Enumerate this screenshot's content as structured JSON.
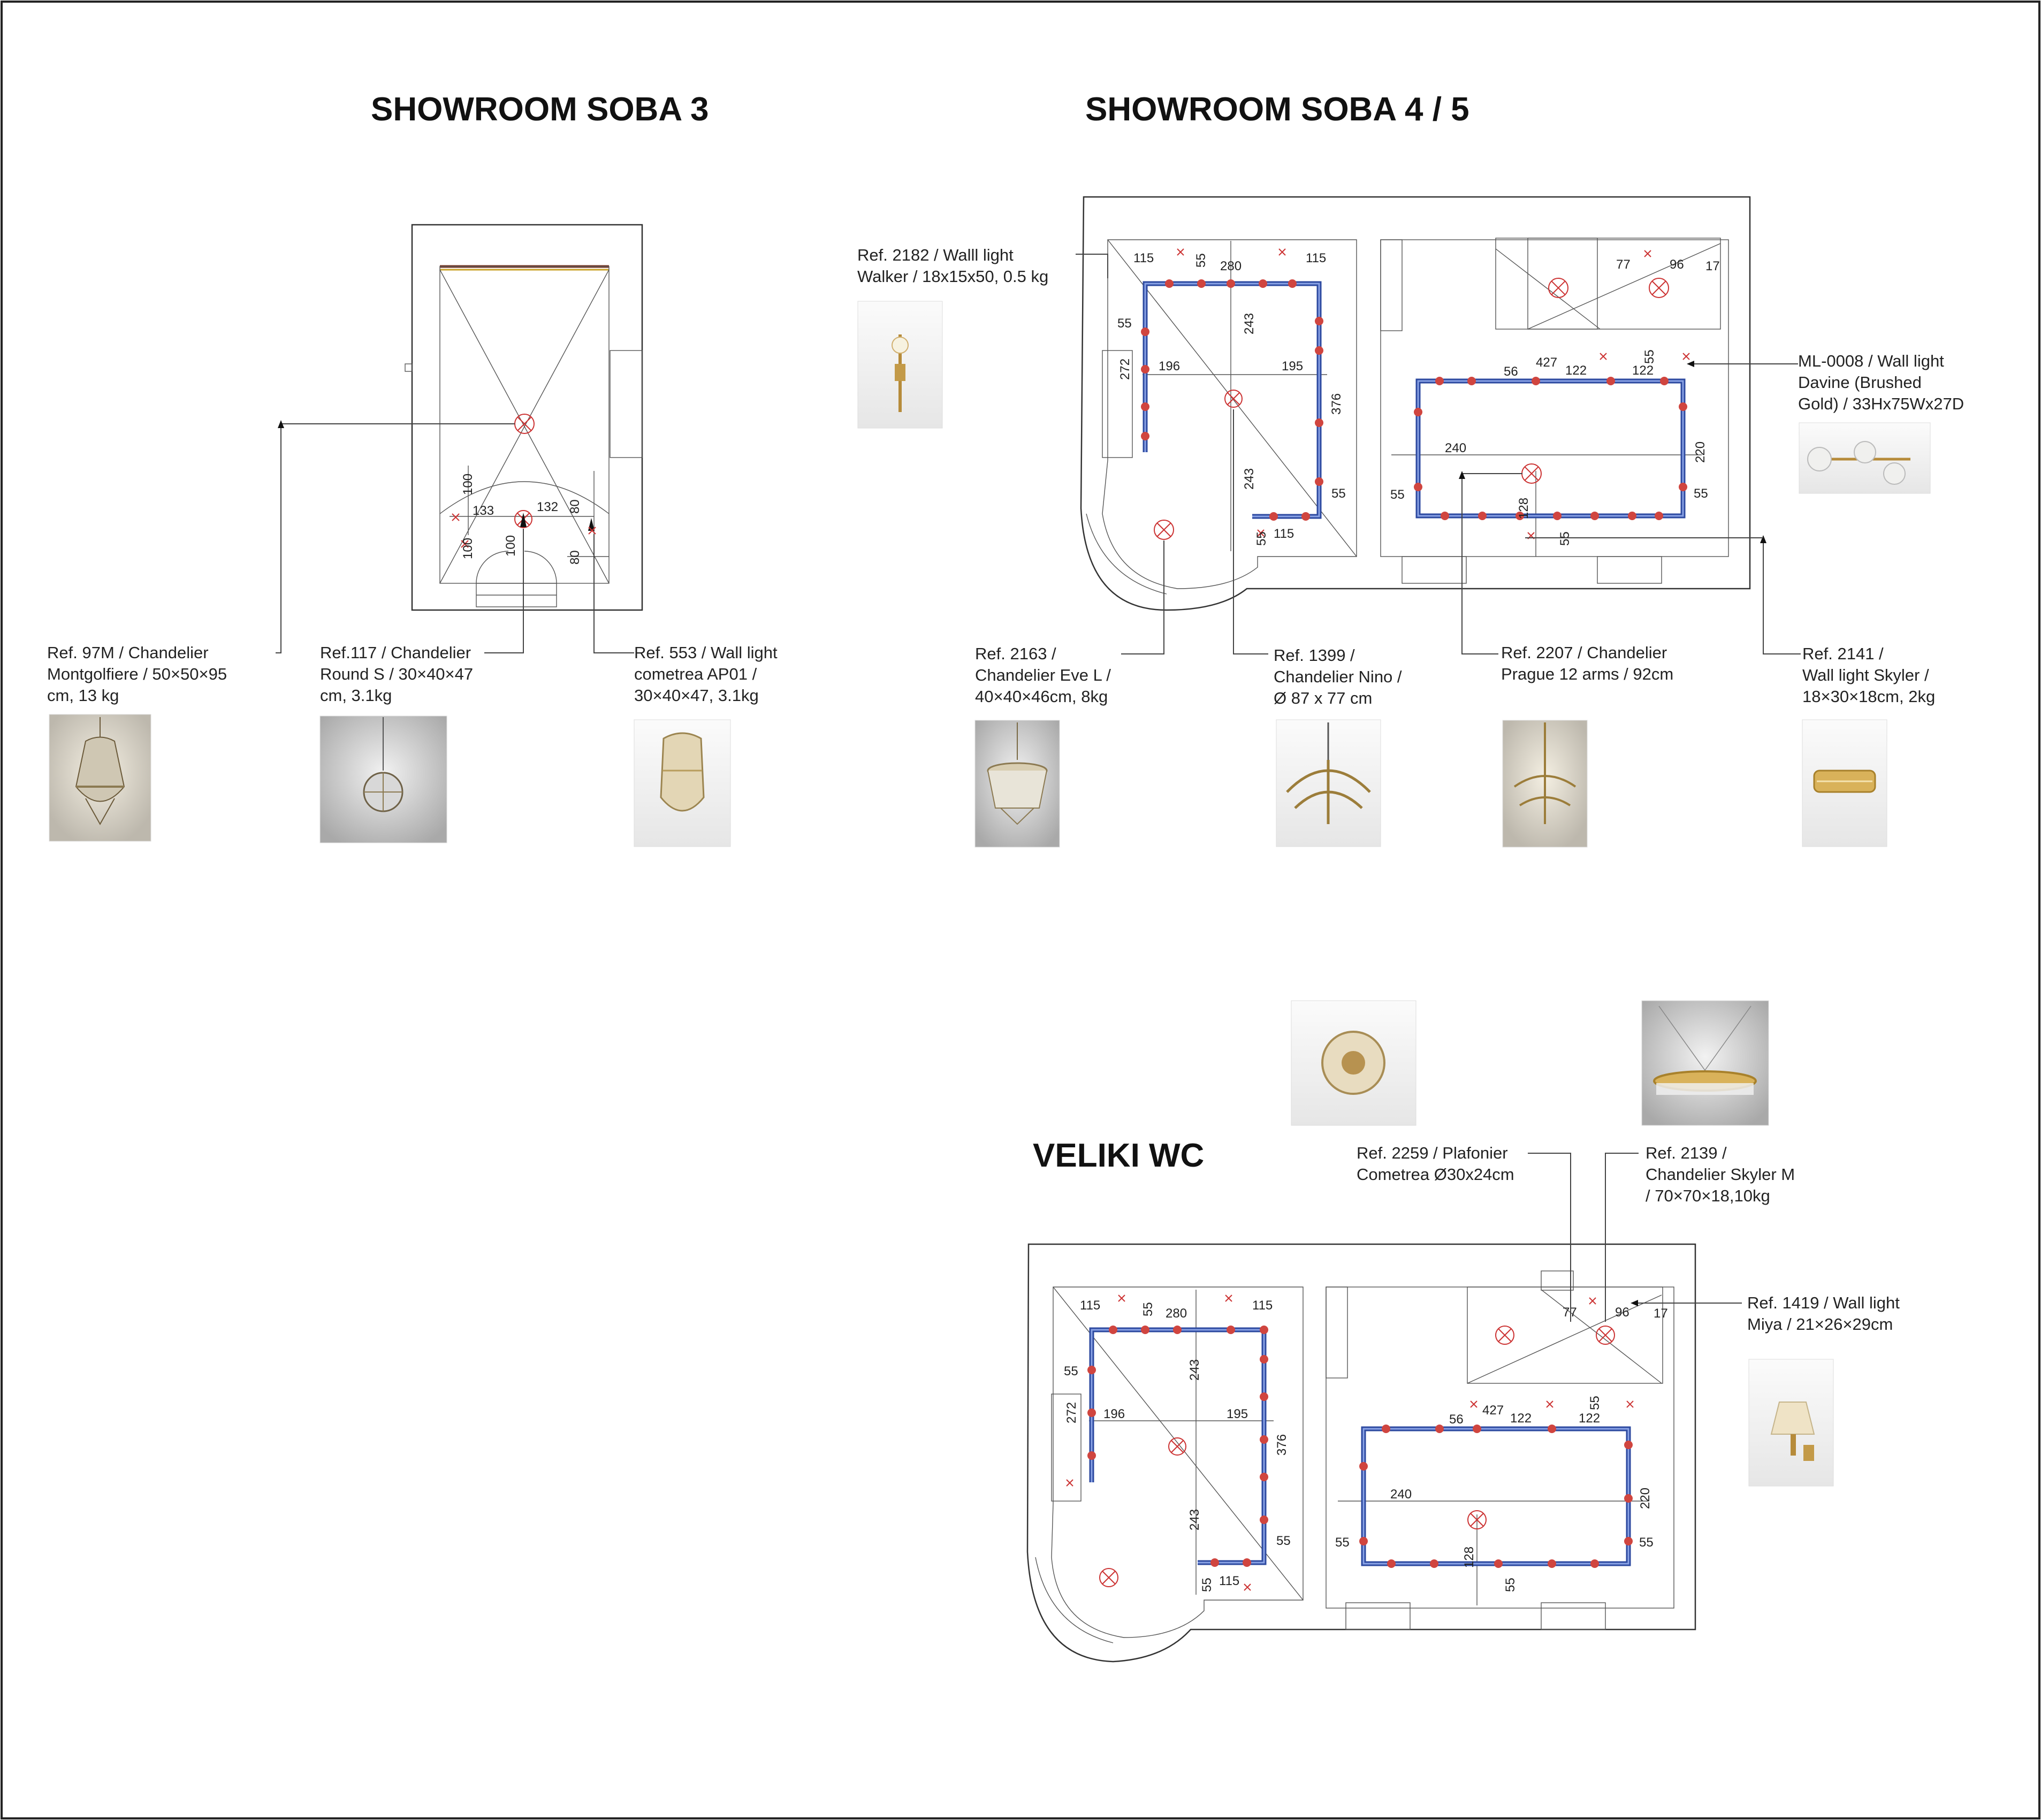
{
  "sheet": {
    "rooms": {
      "soba3": "SHOWROOM SOBA 3",
      "soba45": "SHOWROOM SOBA 4 / 5",
      "wc": "VELIKI WC"
    }
  },
  "fixtures": {
    "f97m": [
      "Ref. 97M / Chandelier",
      "Montgolfiere / 50×50×95",
      "cm, 13 kg"
    ],
    "f117": [
      "Ref.117 / Chandelier",
      "Round S / 30×40×47",
      "cm, 3.1kg"
    ],
    "f553": [
      "Ref. 553 / Wall light",
      "cometrea AP01 /",
      "30×40×47, 3.1kg"
    ],
    "f2182": [
      "Ref. 2182 / Walll light",
      "Walker / 18x15x50, 0.5 kg"
    ],
    "ml0008": [
      "ML-0008 / Wall light",
      "Davine (Brushed",
      "Gold) / 33Hx75Wx27D"
    ],
    "f2163": [
      "Ref. 2163 /",
      "Chandelier Eve L /",
      "40×40×46cm, 8kg"
    ],
    "f1399": [
      "Ref. 1399 /",
      "Chandelier Nino /",
      "Ø 87 x 77 cm"
    ],
    "f2207": [
      "Ref. 2207 / Chandelier",
      "Prague 12 arms / 92cm"
    ],
    "f2141": [
      "Ref. 2141 /",
      "Wall light Skyler /",
      "18×30×18cm, 2kg"
    ],
    "f2259": [
      "Ref. 2259 / Plafonier",
      "Cometrea Ø30x24cm"
    ],
    "f2139": [
      "Ref. 2139 /",
      "Chandelier Skyler M",
      "/ 70×70×18,10kg"
    ],
    "f1419": [
      "Ref. 1419 / Wall light",
      "Miya / 21×26×29cm"
    ]
  },
  "dims": {
    "s3": [
      "100",
      "133",
      "132",
      "80",
      "100",
      "100",
      "80"
    ],
    "plan": [
      "115",
      "55",
      "280",
      "115",
      "55",
      "272",
      "196",
      "195",
      "243",
      "376",
      "243",
      "55",
      "55",
      "115",
      "77",
      "96",
      "17",
      "56",
      "427",
      "122",
      "122",
      "55",
      "240",
      "220",
      "55",
      "55",
      "128",
      "55"
    ]
  },
  "colors": {
    "track": "#2d4aa0",
    "point": "#d0453f",
    "fixture_mark": "#cc3333",
    "window": "#3aa6a0"
  }
}
